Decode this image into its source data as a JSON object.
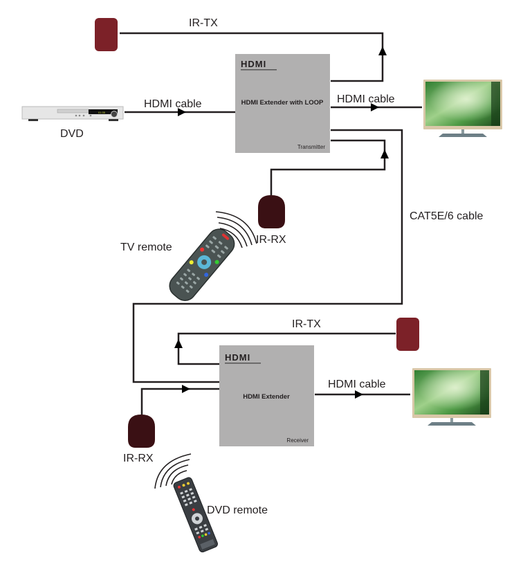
{
  "colors": {
    "box_fill": "#b1b0b0",
    "wire": "#231f20",
    "ir_tx": "#7c2128",
    "ir_rx": "#3a1014",
    "tv_frame": "#d9c7a8",
    "tv_screen": "#4f9a4a"
  },
  "transmitter": {
    "logo": "HDMI",
    "title": "HDMI Extender with LOOP",
    "role": "Transmitter"
  },
  "receiver": {
    "logo": "HDMI",
    "title": "HDMI Extender",
    "role": "Receiver"
  },
  "labels": {
    "ir_tx_top": "IR-TX",
    "ir_tx_bottom": "IR-TX",
    "hdmi_cable_in": "HDMI cable",
    "hdmi_cable_loop": "HDMI cable",
    "hdmi_cable_out": "HDMI cable",
    "dvd": "DVD",
    "ir_rx_top": "IR-RX",
    "ir_rx_bottom": "IR-RX",
    "tv_remote": "TV remote",
    "dvd_remote": "DVD remote",
    "cat_cable": "CAT5E/6 cable"
  },
  "icons": {
    "dvd_player": "dvd-player-icon",
    "tv": "tv-icon",
    "remote": "remote-control-icon",
    "ir_emitter": "ir-emitter-icon",
    "ir_receiver": "ir-receiver-icon",
    "signal": "ir-signal-waves-icon"
  }
}
